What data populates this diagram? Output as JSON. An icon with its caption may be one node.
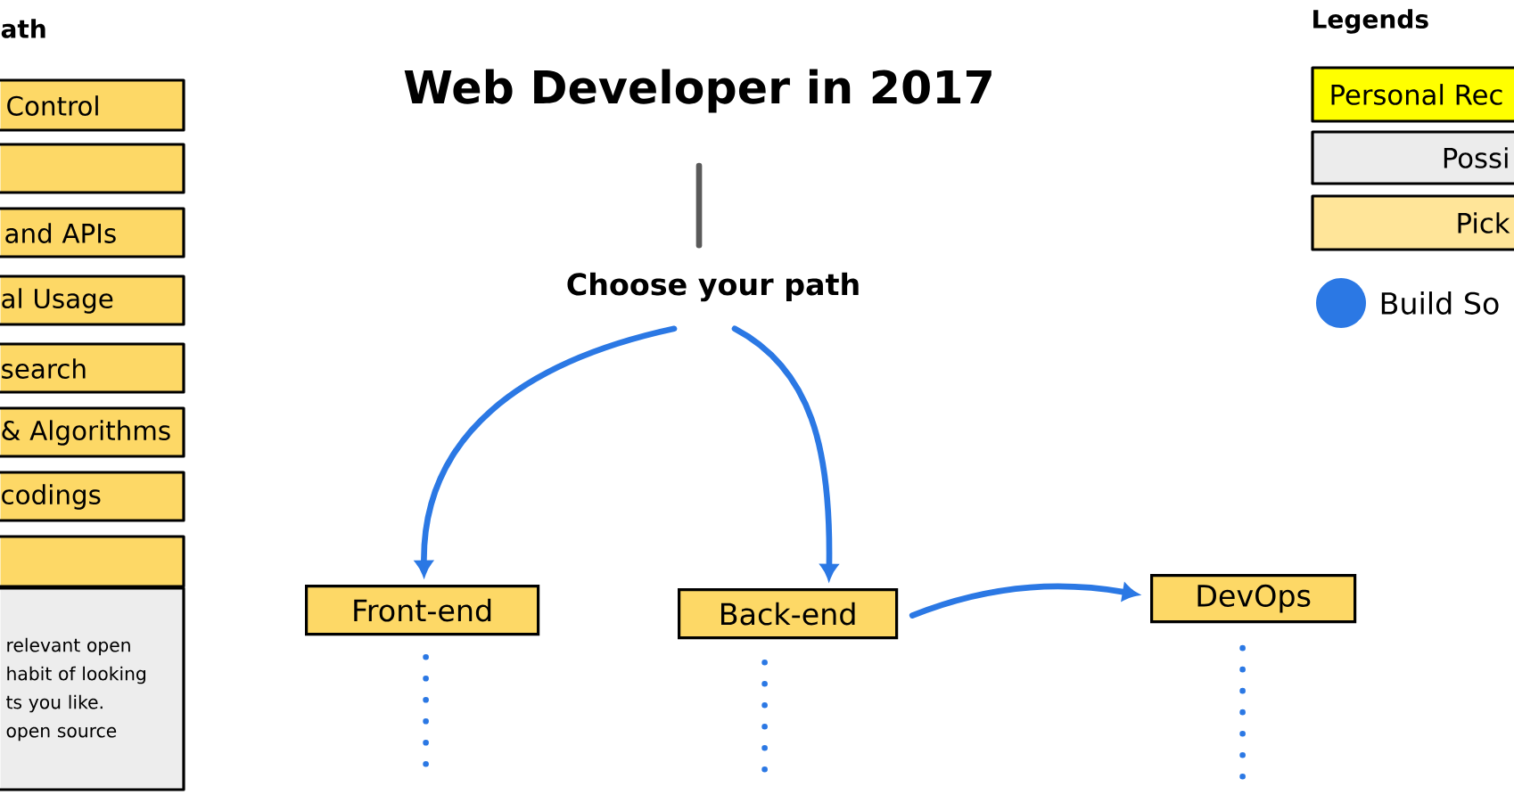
{
  "diagram": {
    "title": "Web Developer in 2017",
    "nodes": [
      {
        "text": [
          "Control"
        ]
      },
      {
        "text": [],
        "shape": "box"
      },
      {
        "text": [
          "and APIs"
        ]
      },
      {
        "text": [
          "al Usage"
        ]
      },
      {
        "text": [
          "search"
        ]
      },
      {
        "text": [
          "& Algorithms"
        ]
      },
      {
        "text": [
          "codings"
        ]
      },
      {
        "text": [],
        "shape": "box"
      },
      {
        "text": [
          "relevant open habit of looking ts you like. open source"
        ]
      },
      {
        "text": [
          "Choose your path"
        ]
      },
      {
        "text": [
          "Front-end"
        ]
      },
      {
        "text": [
          "Back-end"
        ]
      },
      {
        "text": [
          "DevOps"
        ]
      }
    ],
    "edges": [
      {
        "from": null,
        "to": 9,
        "arrow": "none",
        "color": "#5a5a5a"
      },
      {
        "from": 9,
        "to": 10,
        "arrow": "to"
      },
      {
        "from": 9,
        "to": 11,
        "arrow": "to"
      },
      {
        "from": 11,
        "to": 12,
        "arrow": "to"
      },
      {
        "from": 10,
        "to": null,
        "arrow": "none",
        "style": "dashed"
      },
      {
        "from": 11,
        "to": null,
        "arrow": "none",
        "style": "dashed"
      },
      {
        "from": 12,
        "to": null,
        "arrow": "none",
        "style": "dashed"
      }
    ],
    "labels": [
      "ath",
      "Legends"
    ],
    "legend": [
      {
        "text": "Personal Rec",
        "color": "#ffff00"
      },
      {
        "text": "Possi",
        "color": "#ececec"
      },
      {
        "text": "Pick",
        "color": "#ffe599"
      },
      {
        "text": "Build So",
        "color": "#2b78e4"
      }
    ]
  }
}
